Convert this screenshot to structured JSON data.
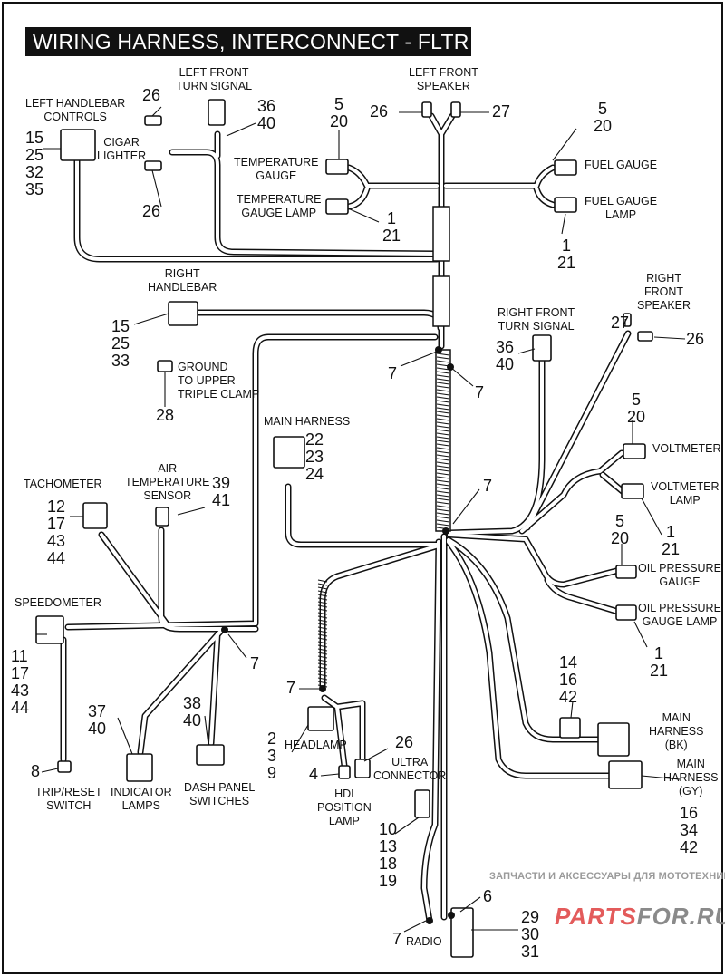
{
  "title": "WIRING HARNESS, INTERCONNECT - FLTR",
  "labels": {
    "left_handlebar": "LEFT HANDLEBAR\nCONTROLS",
    "left_handlebar_refs": "15\n25\n32\n35",
    "cigar_ref_top": "26",
    "cigar_ref_bottom": "26",
    "cigar_lighter": "CIGAR\nLIGHTER",
    "left_turn": "LEFT FRONT\nTURN SIGNAL",
    "left_turn_refs": "36\n40",
    "temp_gauge_refs": "5\n20",
    "temp_gauge": "TEMPERATURE\nGAUGE",
    "temp_gauge_lamp": "TEMPERATURE\nGAUGE LAMP",
    "temp_lamp_refs": "1\n21",
    "left_speaker": "LEFT FRONT\nSPEAKER",
    "left_speaker_ref_l": "26",
    "left_speaker_ref_r": "27",
    "fuel_gauge_refs": "5\n20",
    "fuel_gauge": "FUEL GAUGE",
    "fuel_gauge_lamp": "FUEL GAUGE\nLAMP",
    "fuel_lamp_refs": "1\n21",
    "right_handlebar": "RIGHT\nHANDLEBAR",
    "right_handlebar_refs": "15\n25\n33",
    "ground": "GROUND\nTO UPPER\nTRIPLE CLAMP",
    "ground_ref": "28",
    "clip_a": "7",
    "clip_b": "7",
    "right_turn": "RIGHT FRONT\nTURN SIGNAL",
    "right_turn_refs": "36\n40",
    "right_speaker": "RIGHT\nFRONT\nSPEAKER",
    "right_speaker_ref_l": "27",
    "right_speaker_ref_r": "26",
    "main_harness": "MAIN HARNESS",
    "main_harness_refs": "22\n23\n24",
    "voltmeter_refs": "5\n20",
    "voltmeter": "VOLTMETER",
    "voltmeter_lamp": "VOLTMETER\nLAMP",
    "voltmeter_lamp_refs": "1\n21",
    "clip_c": "7",
    "tachometer": "TACHOMETER",
    "tachometer_refs": "12\n17\n43\n44",
    "air_temp": "AIR\nTEMPERATURE\nSENSOR",
    "air_temp_refs": "39\n41",
    "oil_gauge_refs": "5\n20",
    "oil_gauge": "OIL PRESSURE\nGAUGE",
    "oil_gauge_lamp": "OIL PRESSURE\nGAUGE LAMP",
    "oil_lamp_refs": "1\n21",
    "speedometer": "SPEEDOMETER",
    "speedometer_refs": "11\n17\n43\n44",
    "clip_d": "7",
    "clip_e": "7",
    "main_bk_refs": "14\n16\n42",
    "indicator_refs": "37\n40",
    "dash_refs": "38\n40",
    "headlamp_refs": "2\n3\n9",
    "headlamp": "HEADLAMP",
    "ultra_ref": "26",
    "ultra": "ULTRA\nCONNECTOR",
    "main_bk": "MAIN\nHARNESS\n(BK)",
    "main_gy": "MAIN\nHARNESS\n(GY)",
    "main_gy_refs": "16\n34\n42",
    "hdi_ref": "4",
    "hdi": "HDI\nPOSITION\nLAMP",
    "trip_ref": "8",
    "trip": "TRIP/RESET\nSWITCH",
    "indicator": "INDICATOR\nLAMPS",
    "dash": "DASH PANEL\nSWITCHES",
    "radio_lead_refs": "10\n13\n18\n19",
    "radio_ref_6": "6",
    "radio_refs": "29\n30\n31",
    "radio_clip": "7",
    "radio": "RADIO"
  },
  "watermark": {
    "line1": "ЗАПЧАСТИ И АКСЕССУАРЫ ДЛЯ МОТОТЕХНИКИ",
    "logo_a": "PARTS",
    "logo_b": "FOR.RU"
  }
}
